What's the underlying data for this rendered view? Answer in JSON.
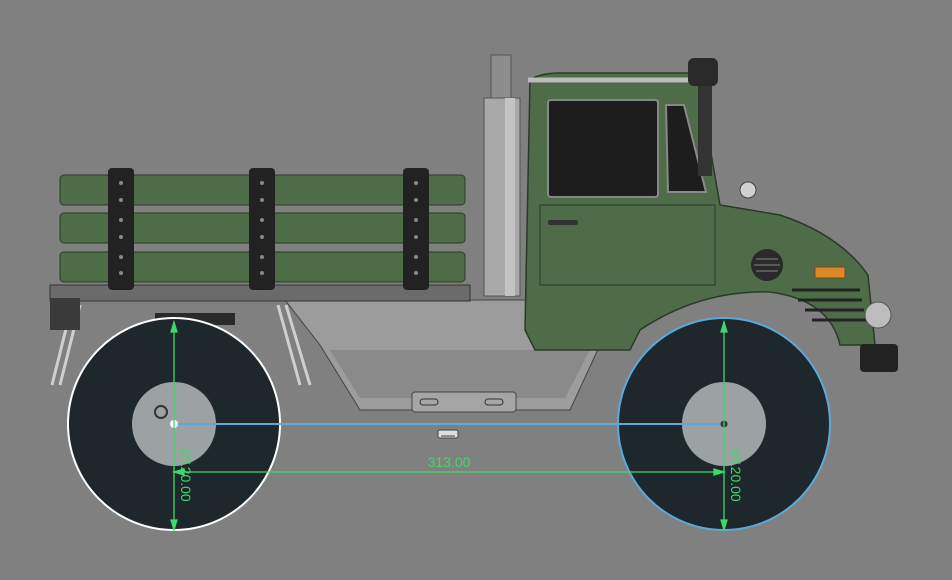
{
  "view": {
    "background": "#808080",
    "colors": {
      "body_green": "#4f6c49",
      "tire": "#1e272c",
      "hub": "#9ca1a4",
      "dimension": "#3fd86a",
      "selection": "#5aaad8"
    }
  },
  "dimensions": {
    "wheelbase": "313.00",
    "rear_wheel_diameter": "Ø120.00",
    "front_wheel_diameter": "Ø120.00"
  },
  "icons": {
    "constraint": "horizontal-constraint-icon",
    "origin": "origin-point-icon"
  }
}
